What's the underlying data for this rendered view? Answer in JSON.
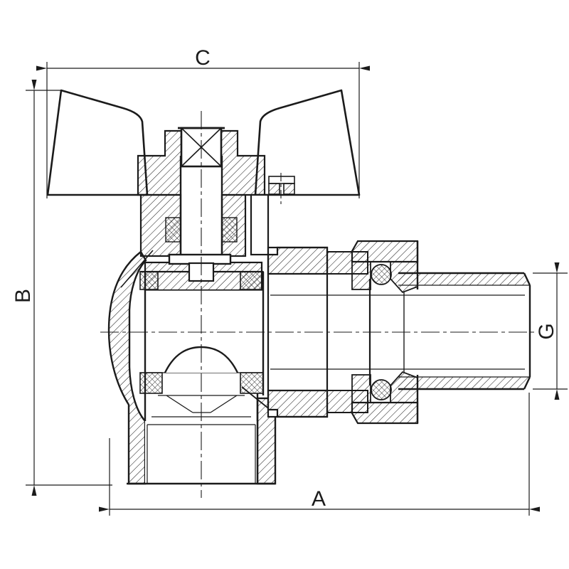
{
  "page": {
    "background": "#ffffff"
  },
  "drawing": {
    "kind": "technical-cross-section",
    "subject": "angle ball valve with butterfly handle, union nut and male threaded tail",
    "stroke_color": "#1b1b1b",
    "labels": {
      "a": "A",
      "b": "B",
      "c": "C",
      "g": "G"
    }
  },
  "components": [
    "butterfly-handle",
    "stem-nut",
    "stem-packing-gland",
    "valve-body",
    "ball",
    "ball-seats",
    "female-thread-outlet",
    "union-nut",
    "o-ring-seals",
    "male-thread-tail"
  ]
}
